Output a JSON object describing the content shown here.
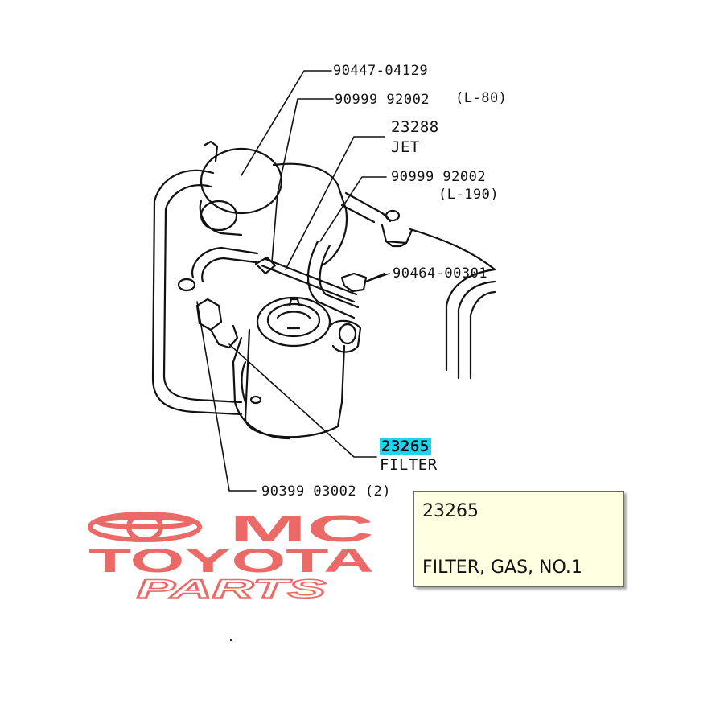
{
  "labels": {
    "part_90447": "90447-04129",
    "part_90999_top": "90999 92002",
    "part_90999_top_note": "(L-80)",
    "part_23288": "23288",
    "part_23288_name": "JET",
    "part_90999_mid": "90999 92002",
    "part_90999_mid_note": "(L-190)",
    "part_90464": "90464-00301",
    "part_23265": "23265",
    "part_23265_name": "FILTER",
    "part_90399": "90399 03002 (2)"
  },
  "tooltip": {
    "code": "23265",
    "description": "FILTER, GAS, NO.1"
  },
  "logo": {
    "line1": "MC",
    "line2": "TOYOTA",
    "line3": "PARTS",
    "color": "#e53935"
  },
  "colors": {
    "highlight": "#22d3ee",
    "tooltip_bg": "#ffffe1",
    "ink": "#111111"
  }
}
